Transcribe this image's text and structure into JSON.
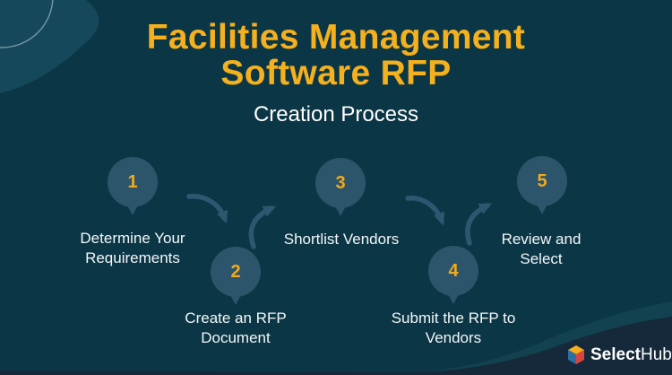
{
  "title": {
    "line1": "Facilities Management",
    "line2": "Software RFP",
    "subtitle": "Creation Process"
  },
  "steps": [
    {
      "number": "1",
      "label": "Determine Your Requirements"
    },
    {
      "number": "2",
      "label": "Create an RFP Document"
    },
    {
      "number": "3",
      "label": "Shortlist Vendors"
    },
    {
      "number": "4",
      "label": "Submit the RFP to Vendors"
    },
    {
      "number": "5",
      "label": "Review and Select"
    }
  ],
  "logo": {
    "bold": "Select",
    "regular": "Hub"
  },
  "icons": {
    "logo_mark": "isometric-cube"
  },
  "colors": {
    "background": "#0B3645",
    "corner_blob": "#15485A",
    "pin_fill": "#2C556B",
    "arrow": "#2D5770",
    "accent_gold_title": "#F5B01E",
    "step_number_gold": "#F1A91D",
    "footer_navy": "#16293A",
    "text_white": "#FFFFFF",
    "cube_yellow": "#F6AC1C",
    "cube_blue": "#2E6FA3",
    "cube_red": "#D8453E"
  }
}
